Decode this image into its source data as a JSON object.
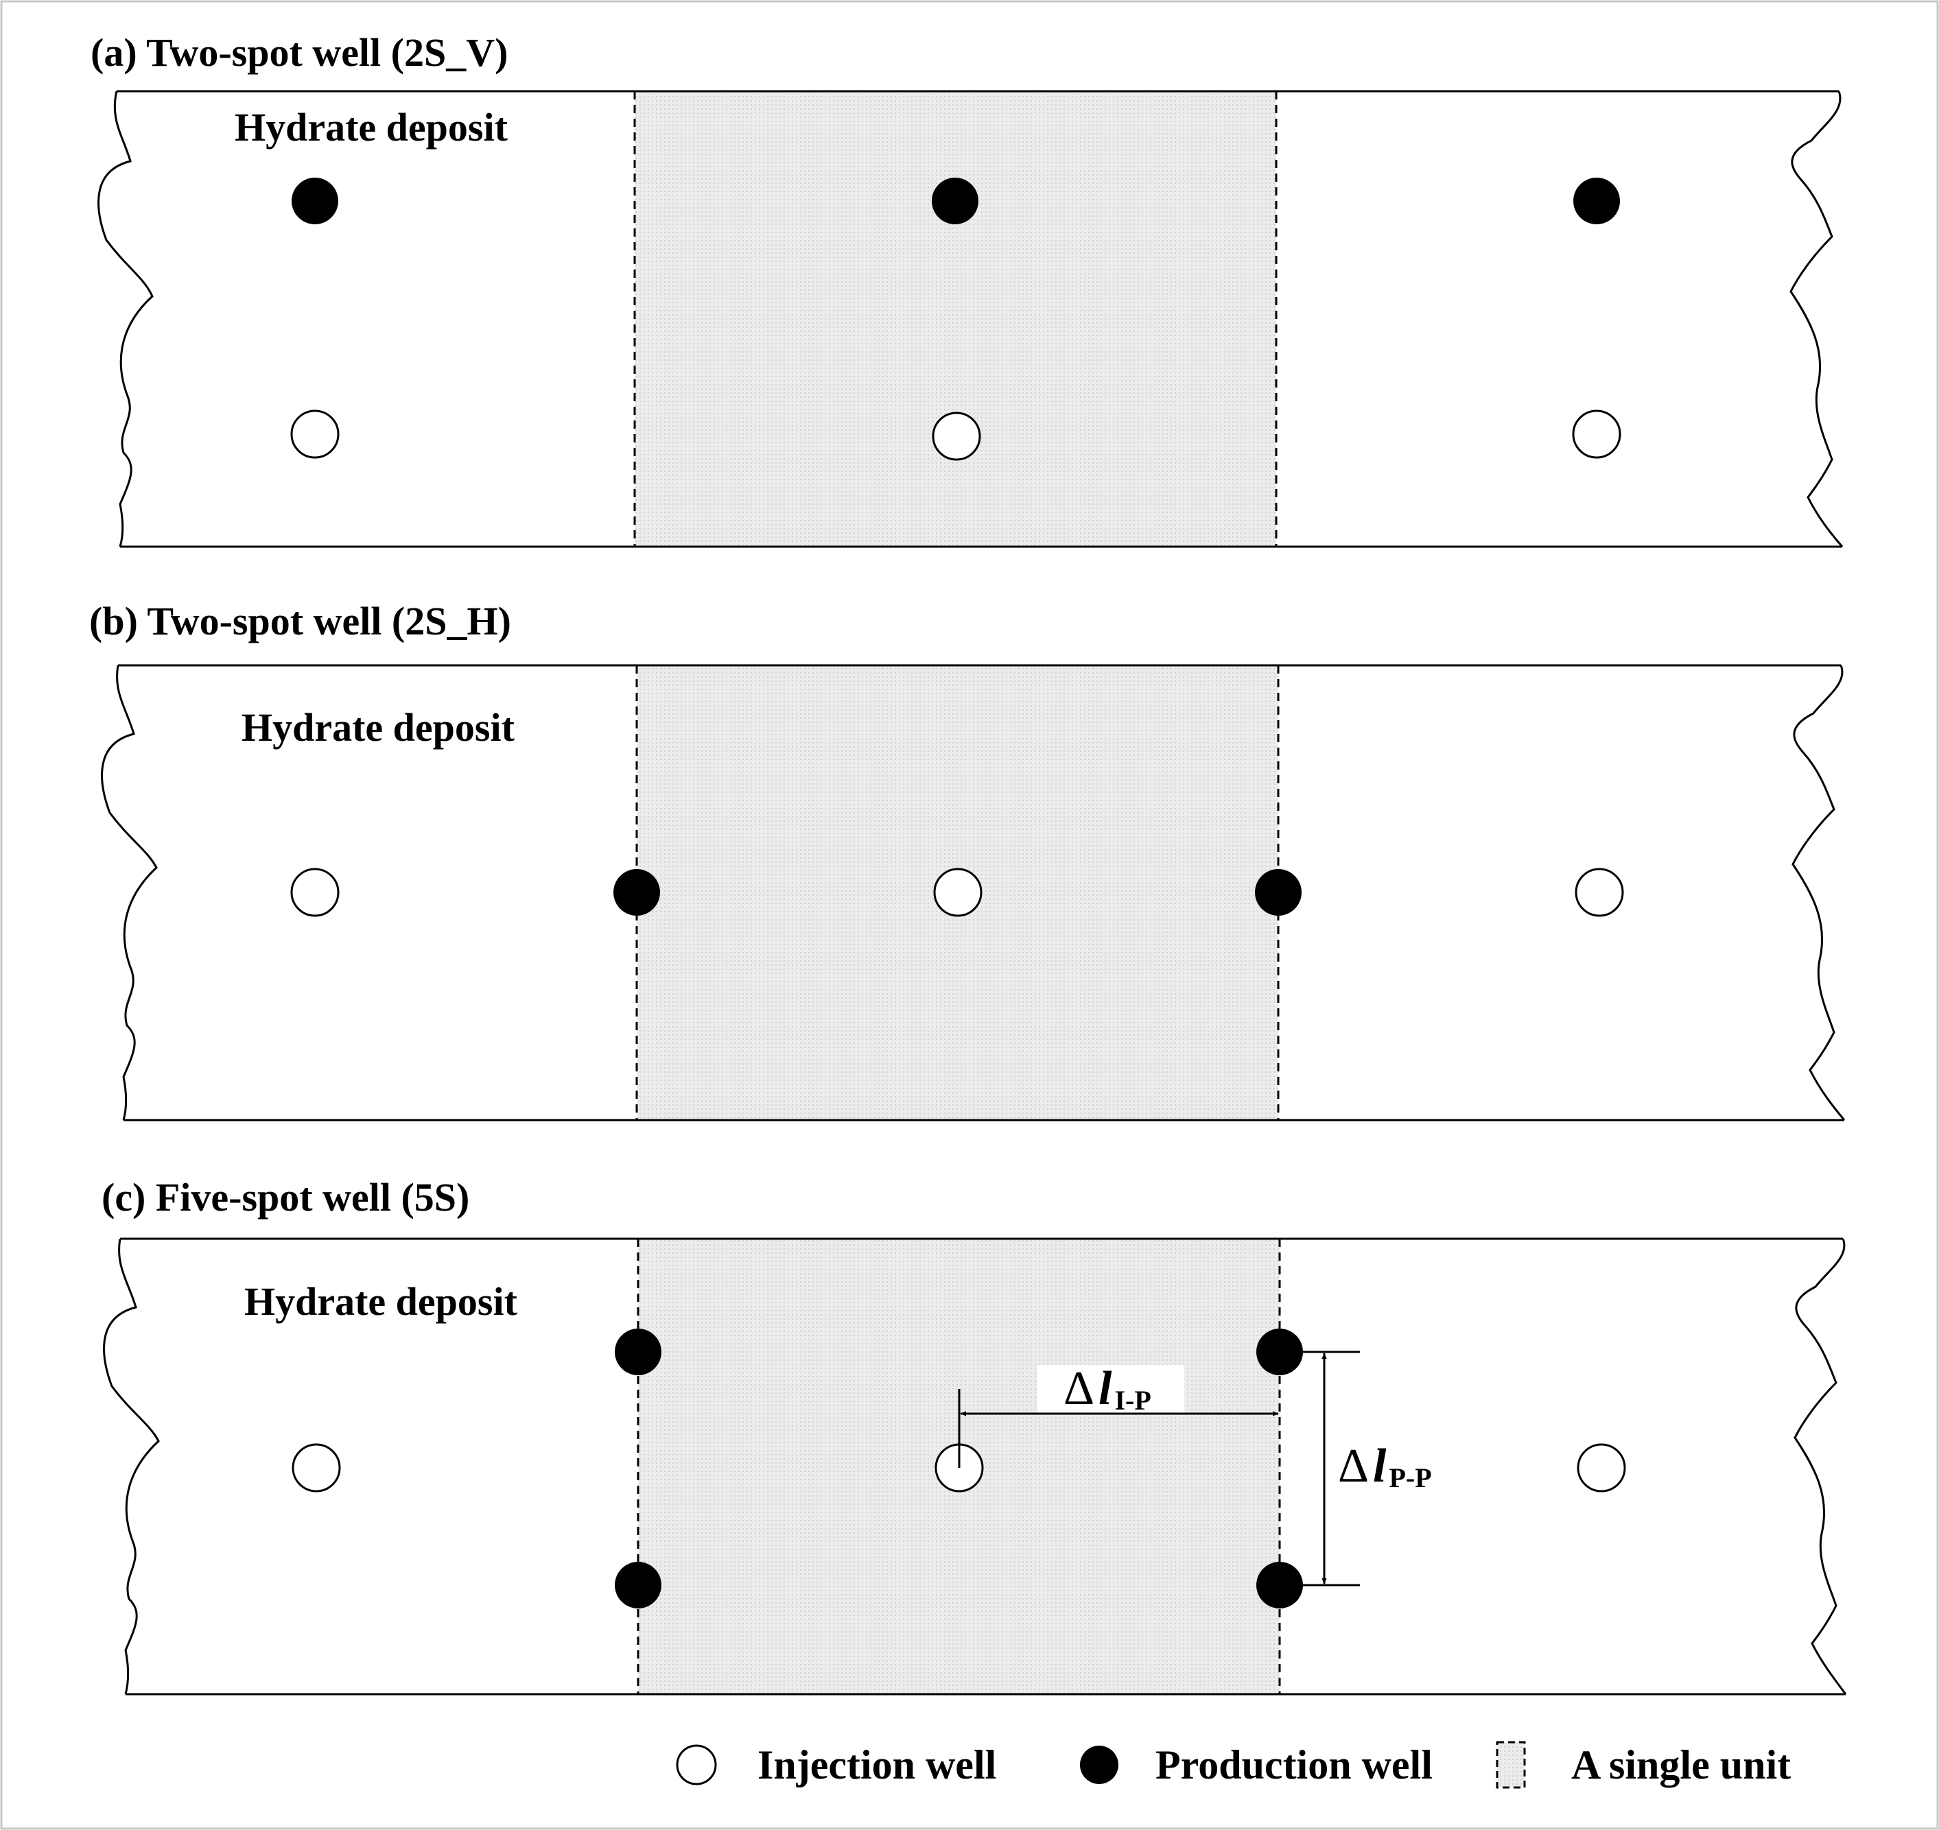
{
  "panels": [
    {
      "title": "(a) Two-spot well (2S_V)",
      "deposit_label": "Hydrate deposit"
    },
    {
      "title": "(b) Two-spot well (2S_H)",
      "deposit_label": "Hydrate deposit"
    },
    {
      "title": "(c) Five-spot well (5S)",
      "deposit_label": "Hydrate deposit"
    }
  ],
  "annotations": {
    "injection_production": {
      "symbol": "Δ",
      "variable": "l",
      "subscript": "I-P"
    },
    "production_production": {
      "symbol": "Δ",
      "variable": "l",
      "subscript": "P-P"
    }
  },
  "legend": {
    "injection": "Injection well",
    "production": "Production well",
    "unit": "A single unit"
  },
  "colors": {
    "production_well": "#000000",
    "injection_well": "#ffffff",
    "unit_fill": "#e9e9e9",
    "line": "#000000"
  }
}
